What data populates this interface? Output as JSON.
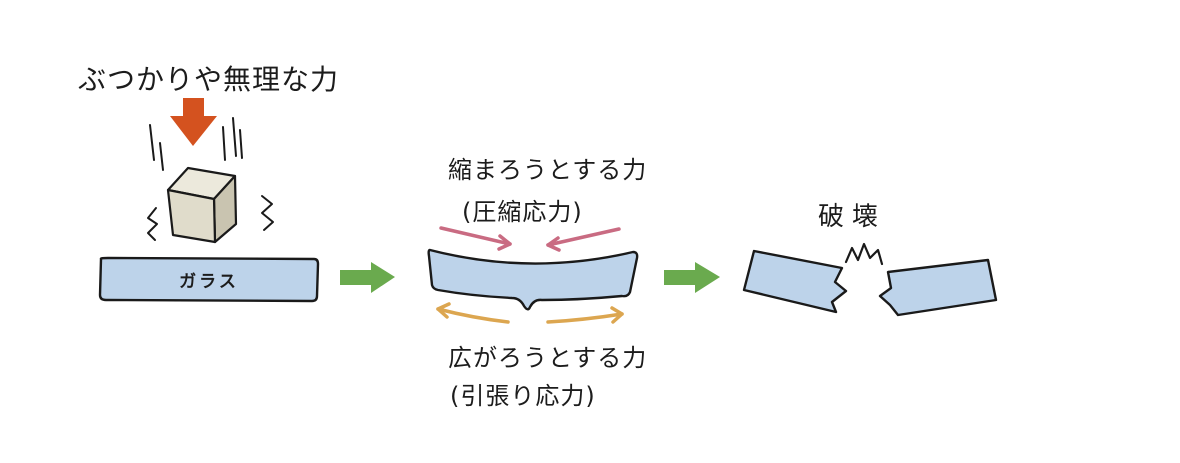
{
  "labels": {
    "impact_force": "ぶつかりや無理な力",
    "glass": "ガラス",
    "compress_title": "縮まろうとする力",
    "compress_sub": "(圧縮応力)",
    "tension_title": "広がろうとする力",
    "tension_sub": "(引張り応力)",
    "break": "破壊"
  },
  "colors": {
    "glass_fill": "#bdd3ea",
    "outline": "#1a1a1a",
    "force_arrow": "#d4521f",
    "step_arrow": "#6aaa4e",
    "compress_arrow": "#c96b82",
    "tension_arrow": "#dca650",
    "cube_fill": "#e6e2d4"
  },
  "icons": {
    "force": "down-arrow-icon",
    "impact_object": "cube-icon",
    "step": "right-arrow-icon",
    "spark": "crack-spark-icon"
  }
}
